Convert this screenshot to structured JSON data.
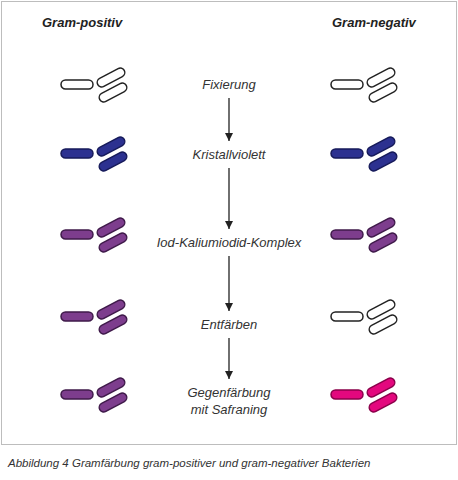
{
  "diagram": {
    "caption": "Abbildung 4 Gramfärbung gram-positiver und gram-negativer Bakterien",
    "nodes": [
      {
        "text": [
          "Fixierung"
        ]
      },
      {
        "text": [
          "Kristallviolett"
        ]
      },
      {
        "text": [
          "Iod-Kaliumiodid-Komplex"
        ]
      },
      {
        "text": [
          "Entfärben"
        ]
      },
      {
        "text": [
          "Gegenfärbung mit Safraning"
        ]
      }
    ],
    "edges": [
      {
        "from": 0,
        "to": 1,
        "arrow": "to"
      },
      {
        "from": 1,
        "to": 2,
        "arrow": "to"
      },
      {
        "from": 2,
        "to": 3,
        "arrow": "to"
      },
      {
        "from": 3,
        "to": 4,
        "arrow": "to"
      }
    ],
    "labels": [
      "Gram-positiv",
      "Gram-negativ"
    ]
  }
}
